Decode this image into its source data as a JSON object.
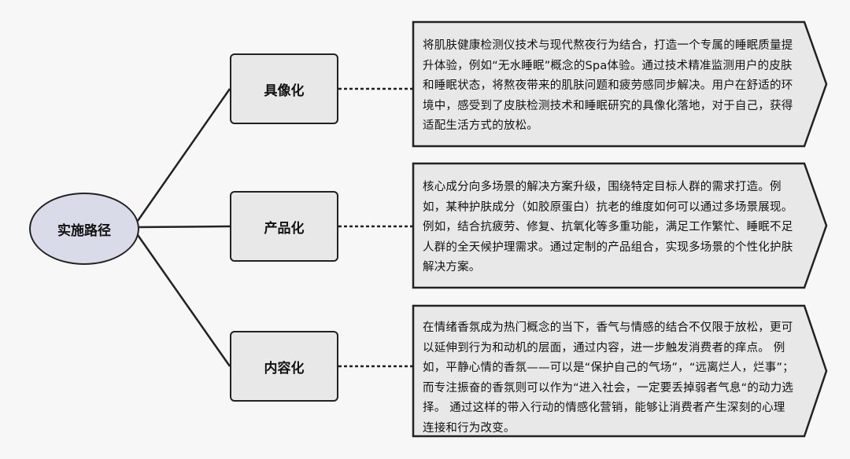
{
  "root": {
    "label": "实施路径"
  },
  "branches": [
    {
      "label": "具像化",
      "description": "将肌肤健康检测仪技术与现代熬夜行为结合，打造一个专属的睡眠质量提升体验，例如“无水睡眠”概念的Spa体验。通过技术精准监测用户的皮肤和睡眠状态，将熬夜带来的肌肤问题和疲劳感同步解决。用户在舒适的环境中，感受到了皮肤检测技术和睡眠研究的具像化落地，对于自己，获得适配生活方式的放松。"
    },
    {
      "label": "产品化",
      "description": "核心成分向多场景的解决方案升级，围绕特定目标人群的需求打造。例如，某种护肤成分（如胶原蛋白）抗老的维度如何可以通过多场景展现。 例如，结合抗疲劳、修复、抗氧化等多重功能，满足工作繁忙、睡眠不足人群的全天候护理需求。通过定制的产品组合，实现多场景的个性化护肤解决方案。"
    },
    {
      "label": "内容化",
      "description": "在情绪香氛成为热门概念的当下，香气与情感的结合不仅限于放松，更可以延伸到行为和动机的层面，通过内容，进一步触发消费者的痒点。 例如，平静心情的香氛——可以是“保护自己的气场”，“远离烂人，烂事”；而专注振奋的香氛则可以作为“进入社会，一定要丢掉弱者气息“的动力选择。 通过这样的带入行动的情感化营销，能够让消费者产生深刻的心理连接和行为改变。"
    }
  ]
}
